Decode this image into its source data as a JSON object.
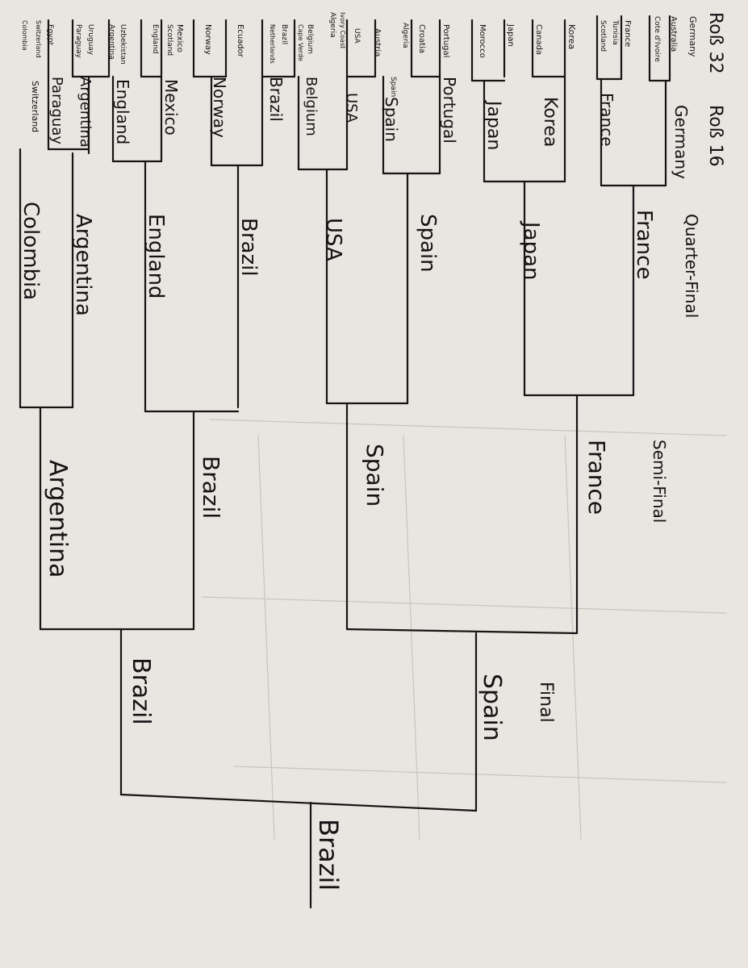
{
  "stage_labels": {
    "r32": "Roß 32",
    "r16": "Roß 16",
    "qf": "Quarter-Final",
    "sf": "Semi-Final",
    "final": "Final"
  },
  "round_of_32": [
    [
      "Germany",
      "Australia"
    ],
    [
      "Cote d'Ivoire",
      "France"
    ],
    [
      "Tunisia",
      "Scotland"
    ],
    [
      "Korea",
      "Canada"
    ],
    [
      "Japan",
      "Morocco"
    ],
    [
      "Portugal",
      "Croatia"
    ],
    [
      "Algeria",
      "Spain"
    ],
    [
      "Austria",
      "USA"
    ],
    [
      "Ivory Coast",
      "Algeria"
    ],
    [
      "Belgium",
      "Cape Verde"
    ],
    [
      "Brazil",
      "Netherlands"
    ],
    [
      "Ecuador",
      "Norway"
    ],
    [
      "Mexico",
      "Scotland"
    ],
    [
      "England",
      "Uzbekistan"
    ],
    [
      "Argentina",
      "Uruguay"
    ],
    [
      "Paraguay",
      "Egypt"
    ],
    [
      "Switzerland",
      "Colombia"
    ]
  ],
  "round_of_16": [
    "Germany",
    "France",
    "Korea",
    "Japan",
    "Portugal",
    "Spain",
    "USA",
    "Belgium",
    "Brazil",
    "Norway",
    "Mexico",
    "England",
    "Argentina",
    "Paraguay",
    "Switzerland"
  ],
  "quarter_final": [
    "France",
    "Japan",
    "Spain",
    "USA",
    "Brazil",
    "England",
    "Argentina",
    "Colombia"
  ],
  "semi_final": [
    "France",
    "Spain",
    "Brazil",
    "Argentina"
  ],
  "final": [
    "Spain",
    "Brazil"
  ],
  "champion": "Brazil"
}
